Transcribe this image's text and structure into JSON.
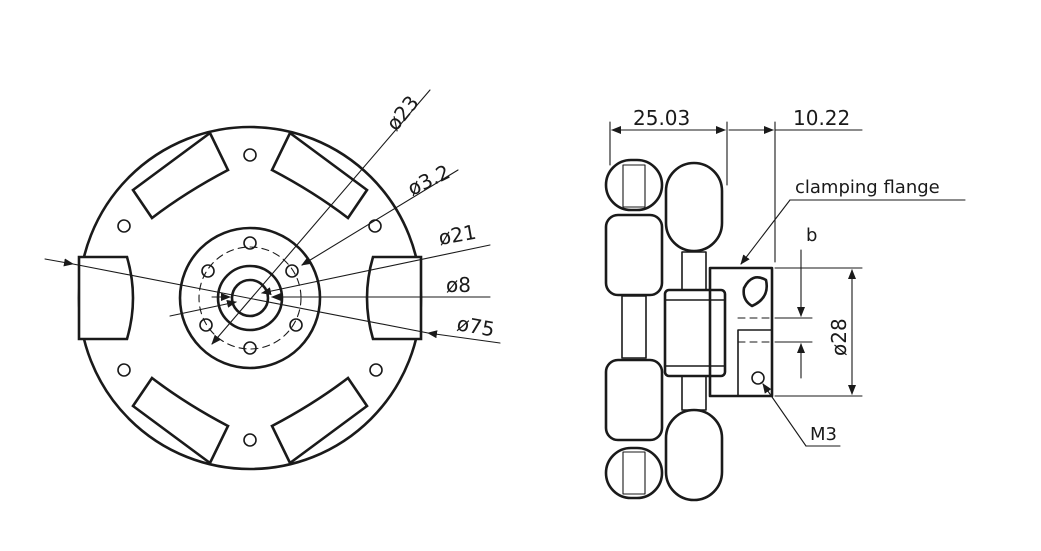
{
  "front_view": {
    "dim_d23": "ø23",
    "dim_d3_2": "ø3.2",
    "dim_d21": "ø21",
    "dim_d8": "ø8",
    "dim_d75": "ø75"
  },
  "side_view": {
    "dim_25_03": "25.03",
    "dim_10_22": "10.22",
    "note_clamping_flange": "clamping flange",
    "dim_b": "b",
    "dim_d28": "ø28",
    "note_m3": "M3"
  }
}
